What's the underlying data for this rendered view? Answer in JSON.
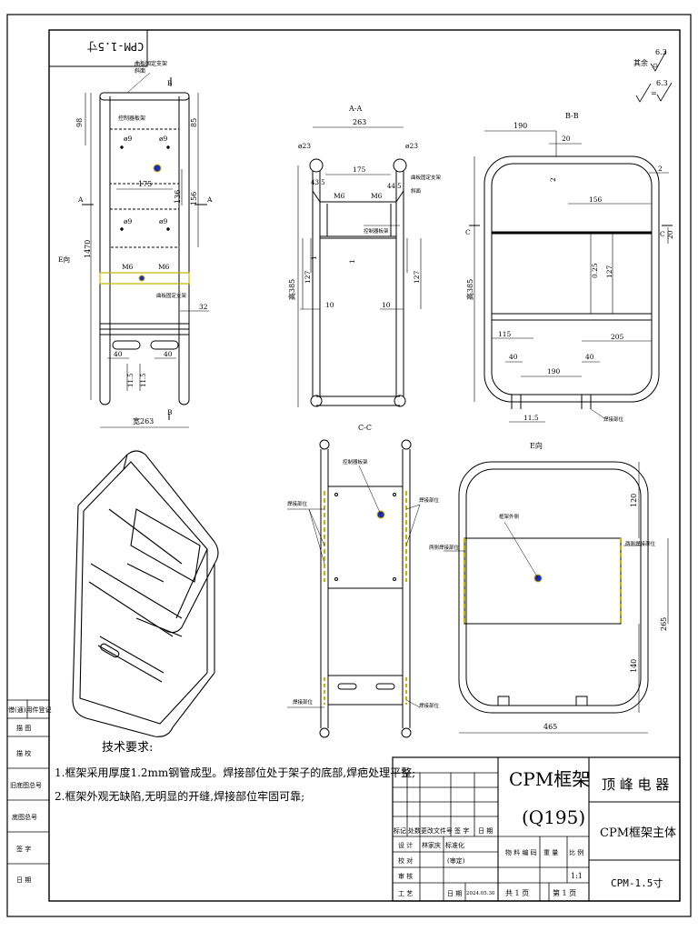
{
  "sheet": {
    "code_box": "CPM-1.5寸",
    "roughness": {
      "label": "其余",
      "value1": "6.3",
      "value2": "6.3"
    }
  },
  "views": {
    "front": {
      "note_bend": "曲板固定支架",
      "note_bend2": "斜面",
      "note_ctrl": "控制器板架",
      "note_fix": "曲板固定支架",
      "dims": {
        "d98": "98",
        "d85": "85",
        "d136": "136",
        "d156": "156",
        "d470": "1470",
        "d175": "175",
        "phi9": "ø9",
        "m6": "M6",
        "d32": "32",
        "d40": "40",
        "d115": "11.5",
        "width": "宽263"
      },
      "sec_a": "A",
      "sec_b": "B",
      "dir_e": "E向"
    },
    "aa": {
      "title": "A-A",
      "d263": "263",
      "phi23": "ø23",
      "d175": "175",
      "d435": "43.5",
      "m6": "M6",
      "d445": "44.5",
      "note_bend": "曲板固定支架",
      "note_bend2": "斜面",
      "note_ctrl": "控制器板架",
      "d1": "1",
      "d127": "127",
      "d10": "10",
      "height": "高385"
    },
    "bb": {
      "title": "B-B",
      "d190": "190",
      "d20": "20",
      "d2": "2",
      "d156": "156",
      "d025": "0.25",
      "d127": "127",
      "sec_c": "C",
      "d20b": "20",
      "height": "高385",
      "d115": "115",
      "d205": "205",
      "d40": "40",
      "d190b": "190",
      "d115b": "11.5",
      "note_weld": "焊接部位"
    },
    "cc": {
      "title": "C-C",
      "note_ctrl": "控制器板架",
      "note_weld": "焊接部位"
    },
    "e": {
      "title": "E向",
      "note_out": "框架外侧",
      "note_weld_l": "两侧焊接部位",
      "note_weld_r": "两侧焊接部位",
      "d120": "120",
      "d265": "265",
      "d140": "140",
      "d465": "465"
    }
  },
  "tech": {
    "heading": "技术要求:",
    "line1": "1.框架采用厚度1.2mm钢管成型。焊接部位处于架子的底部,焊疤处理平整;",
    "line2": "2.框架外观无缺陷,无明显的开缝,焊接部位牢固可靠;"
  },
  "left_strip": [
    "借(通)用件登记",
    "描 图",
    "描 校",
    "旧底图总号",
    "底图总号",
    "签 字",
    "日 期"
  ],
  "title_block": {
    "name1": "CPM框架",
    "name2": "(Q195)",
    "company": "顶 峰 电 器",
    "part_name": "CPM框架主体",
    "code": "CPM-1.5寸",
    "hdr": [
      "标记",
      "处数",
      "更改文件号",
      "签 字",
      "日 期"
    ],
    "design": "设 计",
    "designer": "林家庆",
    "std": "标准化",
    "check": "校 对",
    "check_val": "(审定)",
    "review": "审 核",
    "craft": "工 艺",
    "date_lbl": "日 期",
    "date": "2024.05.30",
    "material": "物 料 编 码",
    "weight": "重 量",
    "ratio": "比 例",
    "scale": "1:1",
    "total": "共 1 页",
    "page": "第 1 页"
  }
}
